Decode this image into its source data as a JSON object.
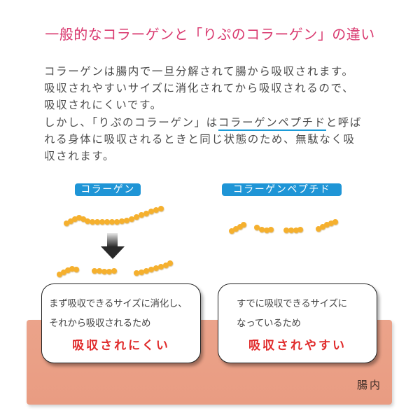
{
  "title": "一般的なコラーゲンと「りぷのコラーゲン」の違い",
  "body": {
    "line1": "コラーゲンは腸内で一旦分解されて腸から吸収されます。",
    "line2": "吸収されやすいサイズに消化されてから吸収されるので、",
    "line3": "吸収されにくいです。",
    "line4_pre": "しかし、「りぷのコラーゲン」は",
    "line4_underlined": "コラーゲンペプチド",
    "line4_post": "と呼ば",
    "line5": "れる身体に吸収されるときと同じ状態のため、無駄なく吸",
    "line6": "収されます。"
  },
  "labels": {
    "collagen": "コラーゲン",
    "peptide": "コラーゲンペプチド"
  },
  "boxes": {
    "left": {
      "line1": "まず吸収できるサイズに消化し、",
      "line2": "それから吸収されるため",
      "emphasis": "吸収されにくい"
    },
    "right": {
      "line1": "すでに吸収できるサイズに",
      "line2": "なっているため",
      "emphasis": "吸収されやすい"
    }
  },
  "gut_label": "腸内",
  "colors": {
    "title": "#d9396f",
    "label_bg": "#1f95d6",
    "bead": "#f5b02e",
    "emphasis": "#e02b2b",
    "gut": "#eba38a",
    "underline": "#1b9bd8"
  }
}
